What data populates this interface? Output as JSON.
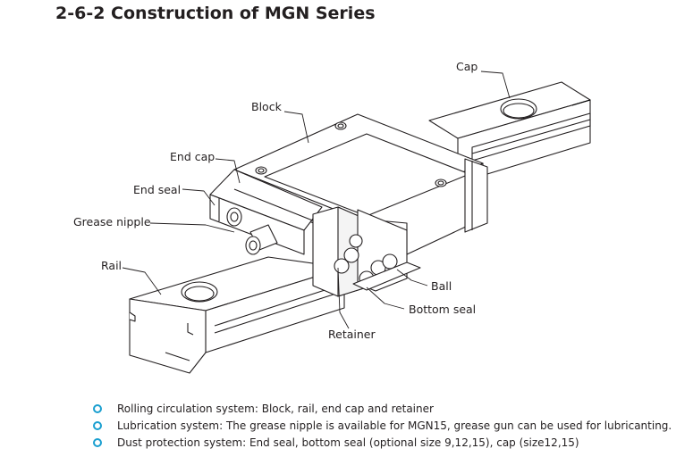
{
  "title": "2-6-2 Construction of MGN Series",
  "labels": {
    "cap": "Cap",
    "block": "Block",
    "end_cap": "End cap",
    "end_seal": "End seal",
    "grease_nipple": "Grease nipple",
    "rail": "Rail",
    "ball": "Ball",
    "bottom_seal": "Bottom seal",
    "retainer": "Retainer"
  },
  "bullets": [
    "Rolling circulation system: Block, rail, end cap and retainer",
    "Lubrication system: The grease nipple is available for MGN15, grease gun can be used for lubricanting.",
    "Dust protection system: End seal, bottom seal (optional size 9,12,15), cap (size12,15)"
  ],
  "colors": {
    "bullet": "#1a9fd0",
    "line": "#231f20"
  }
}
